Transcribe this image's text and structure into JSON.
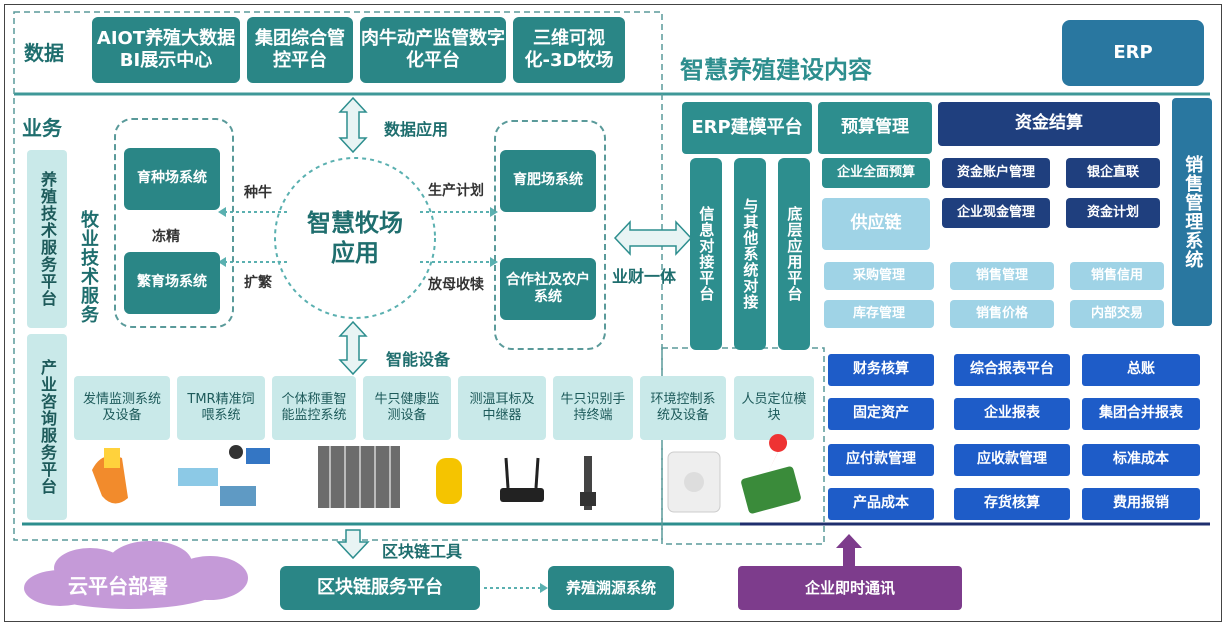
{
  "rows": {
    "data": "数据",
    "business": "业务"
  },
  "data_apps": [
    "AIOT养殖大数据BI展示中心",
    "集团综合管控平台",
    "肉牛动产监管数字化平台",
    "三维可视化-3D牧场"
  ],
  "left_side": {
    "tech_service": "养殖技术服务平台",
    "consult_service": "产业咨询服务平台",
    "tech_dashed": "牧业技术服务"
  },
  "center": {
    "title": "智慧牧场应用",
    "breeding": "育种场系统",
    "reproduction": "繁育场系统",
    "fattening": "育肥场系统",
    "coop": "合作社及农户系统",
    "link_breed": "种牛",
    "link_frozen": "冻精",
    "link_expand": "扩繁",
    "link_plan": "生产计划",
    "link_cow": "放母收犊",
    "data_app_label": "数据应用",
    "smart_devices_label": "智能设备",
    "biz_fin": "业财一体"
  },
  "devices": [
    "发情监测系统及设备",
    "TMR精准饲喂系统",
    "个体称重智能监控系统",
    "牛只健康监测设备",
    "测温耳标及中继器",
    "牛只识别手持终端",
    "环境控制系统及设备",
    "人员定位模块"
  ],
  "bottom": {
    "blockchain_tools": "区块链工具",
    "cloud": "云平台部署",
    "blockchain_platform": "区块链服务平台",
    "traceability": "养殖溯源系统",
    "im": "企业即时通讯"
  },
  "erp": {
    "heading": "智慧养殖建设内容",
    "erp_box": "ERP",
    "modeling": "ERP建模平台",
    "info_dock": "信息对接平台",
    "other_dock": "与其他系统对接",
    "base_app": "底层应用平台",
    "budget": "预算管理",
    "budget_all": "企业全面预算",
    "supply": "供应链",
    "funds": "资金结算",
    "fund_account": "资金账户管理",
    "bank_link": "银企直联",
    "cash": "企业现金管理",
    "fund_plan": "资金计划",
    "sales_system": "销售管理系统",
    "light": [
      "采购管理",
      "销售管理",
      "销售信用",
      "库存管理",
      "销售价格",
      "内部交易"
    ],
    "finance": [
      "财务核算",
      "综合报表平台",
      "总账",
      "固定资产",
      "企业报表",
      "集团合并报表",
      "应付款管理",
      "应收款管理",
      "标准成本",
      "产品成本",
      "存货核算",
      "费用报销"
    ]
  },
  "colors": {
    "teal": "#2d8e8e",
    "navy": "#1f3f7e",
    "bright_blue": "#1e5cc8",
    "light_blue": "#9fd3e6",
    "purple": "#7d3c8c",
    "cloud": "#c59ad8"
  }
}
